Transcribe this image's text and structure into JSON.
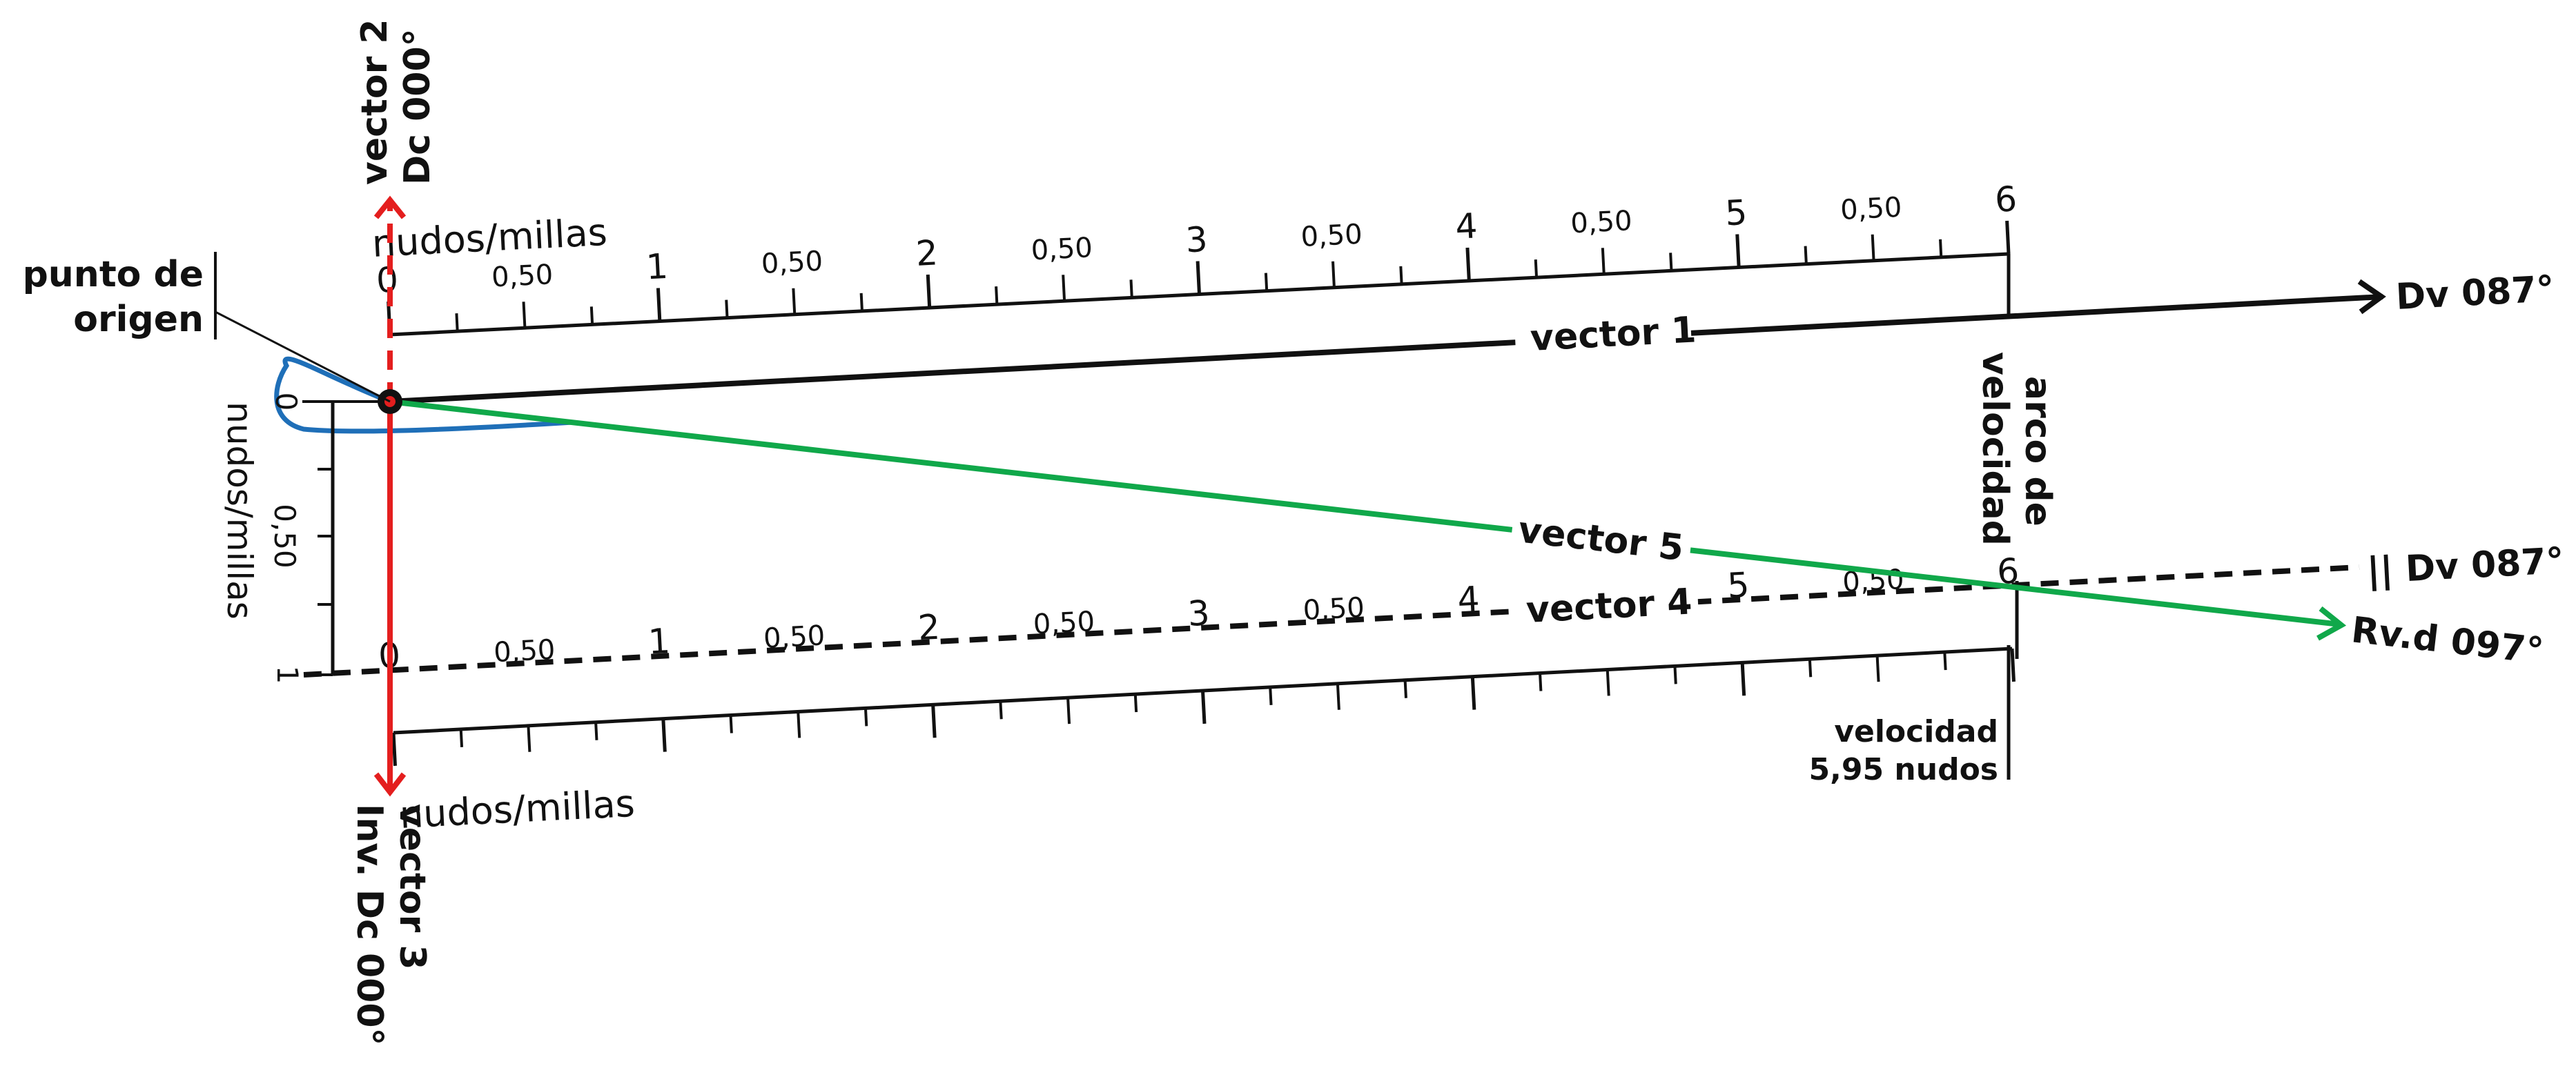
{
  "colors": {
    "black": "#111111",
    "red": "#e41e1e",
    "green": "#10a84a",
    "blue": "#1f6fb8"
  },
  "labels": {
    "vector1": "vector 1",
    "dv087": "Dv 087°",
    "vector2_line1": "vector 2",
    "vector2_line2": "Dc 000°",
    "vector3_line1": "vector 3",
    "vector3_line2": "Inv. Dc 000°",
    "vector4": "vector 4",
    "parallel_dv087": "|| Dv 087°",
    "vector5": "vector 5",
    "rvd097": "Rv.d 097°",
    "origin_line1": "punto de",
    "origin_line2": "origen",
    "arc_line1": "arco de",
    "arc_line2": "velocidad",
    "speed_line1": "velocidad",
    "speed_line2": "5,95 nudos"
  },
  "top_scale": {
    "unit": "nudos/millas",
    "major_labels": [
      "0",
      "1",
      "2",
      "3",
      "4",
      "5",
      "6"
    ],
    "half_labels": [
      "0,50",
      "0,50",
      "0,50",
      "0,50",
      "0,50",
      "0,50"
    ]
  },
  "bottom_scale": {
    "unit": "nudos/millas",
    "major_labels": [
      "0",
      "1",
      "2",
      "3",
      "4",
      "5",
      "6"
    ],
    "half_labels": [
      "0,50",
      "0,50",
      "0,50",
      "0,50",
      "0,50",
      "0,50"
    ]
  },
  "left_scale": {
    "unit": "nudos/millas",
    "labels": [
      "0",
      "0,50",
      "1"
    ]
  }
}
